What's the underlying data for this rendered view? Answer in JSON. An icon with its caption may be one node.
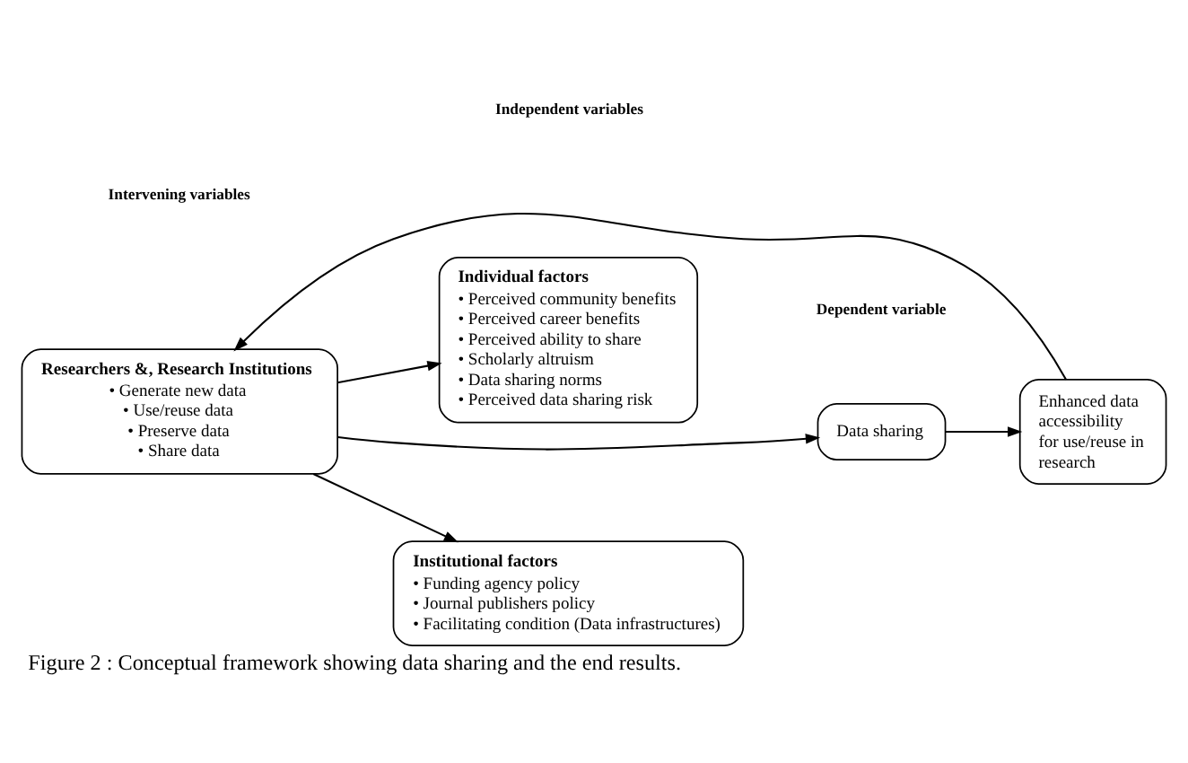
{
  "diagram": {
    "caption": "Figure 2 : Conceptual framework showing data sharing and the end results.",
    "nodes": [
      {
        "text": [
          "Researchers &, Research Institutions",
          "• Generate new data",
          "• Use/reuse data",
          "• Preserve data",
          "• Share data"
        ]
      },
      {
        "text": [
          "Individual factors",
          "• Perceived community benefits",
          "• Perceived career benefits",
          "• Perceived ability to share",
          "• Scholarly altruism",
          "• Data sharing norms",
          "• Perceived data sharing risk"
        ]
      },
      {
        "text": [
          "Institutional factors",
          "• Funding agency policy",
          "• Journal publishers policy",
          "• Facilitating condition (Data infrastructures)"
        ]
      },
      {
        "text": [
          "Data sharing"
        ]
      },
      {
        "text": [
          "Enhanced data accessibility for use/reuse in research"
        ]
      }
    ],
    "edges": [
      {
        "from": 0,
        "to": 1,
        "arrow": "to"
      },
      {
        "from": 0,
        "to": 2,
        "arrow": "to"
      },
      {
        "from": 0,
        "to": 3,
        "arrow": "to"
      },
      {
        "from": 3,
        "to": 4,
        "arrow": "to"
      },
      {
        "from": 4,
        "to": 0,
        "arrow": "to"
      }
    ],
    "labels": [
      "Intervening variables",
      "Independent variables",
      "Dependent variable"
    ]
  }
}
